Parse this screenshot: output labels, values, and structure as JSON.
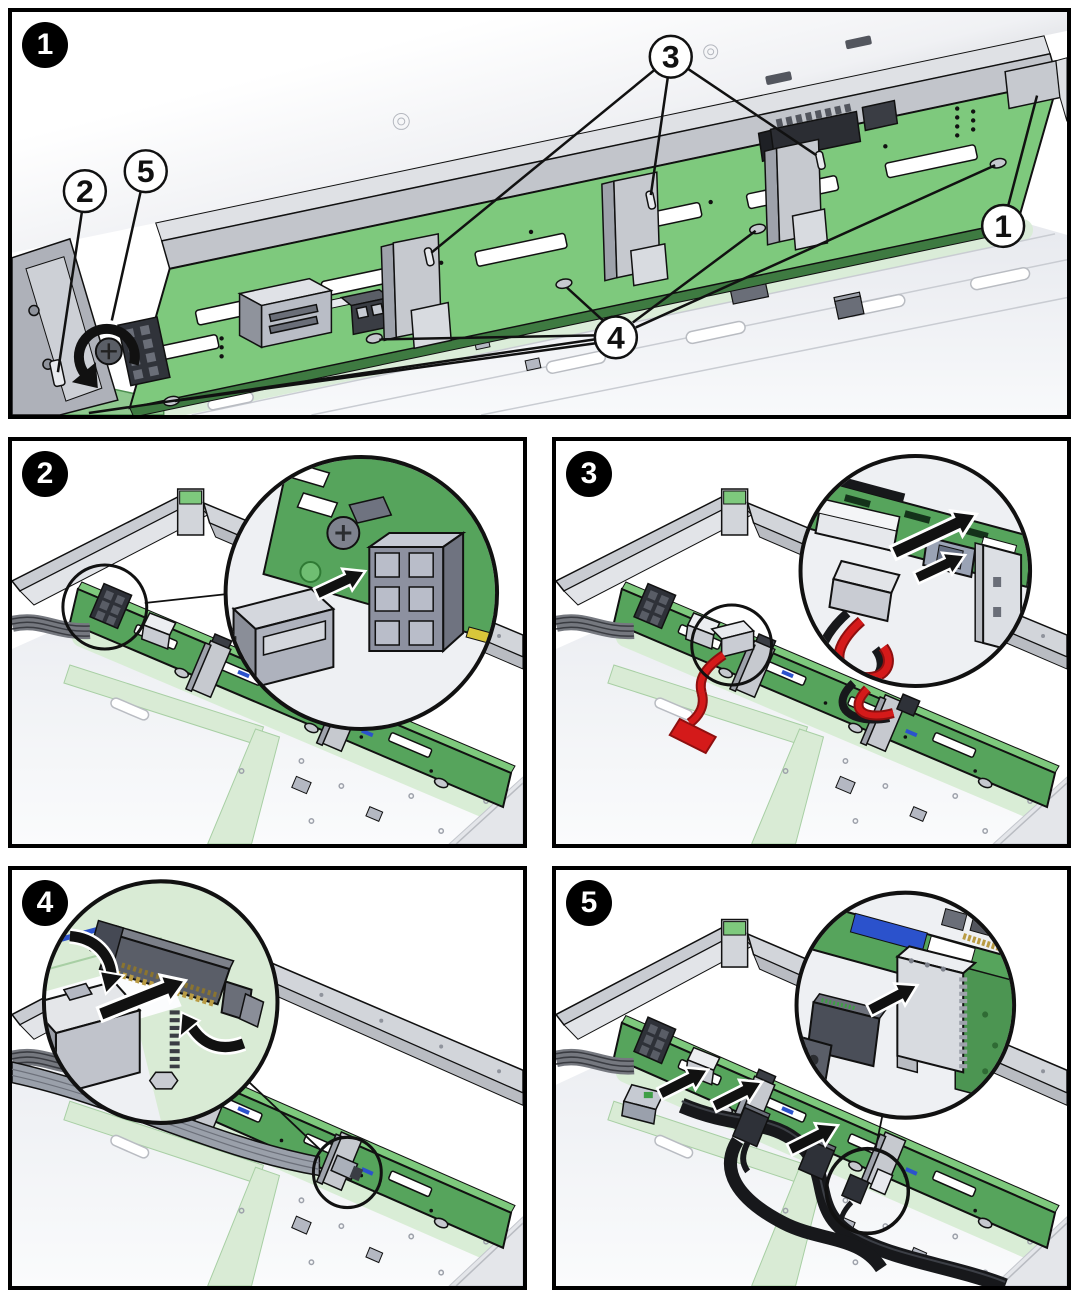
{
  "panels": [
    {
      "badge": "1",
      "callouts": [
        {
          "label": "2"
        },
        {
          "label": "5"
        },
        {
          "label": "3"
        },
        {
          "label": "4"
        },
        {
          "label": "1"
        }
      ]
    },
    {
      "badge": "2"
    },
    {
      "badge": "3"
    },
    {
      "badge": "4"
    },
    {
      "badge": "5"
    }
  ],
  "colors": {
    "pcb-green": "#56a45c",
    "pcb-green-bright": "#7ec97d",
    "pcb-green-dark": "#3e7a41",
    "pale-green": "#d9ebd5",
    "glow-green": "#d9edd6",
    "mobo-green": "#8fc98f",
    "accent-blue": "#2b52cc",
    "accent-yellow": "#d8c63a",
    "cable-red": "#d41a1a",
    "cable-red-dark": "#8e0f0f",
    "cable-black": "#17181b",
    "badge-bg": "#000000",
    "badge-fg": "#ffffff"
  }
}
